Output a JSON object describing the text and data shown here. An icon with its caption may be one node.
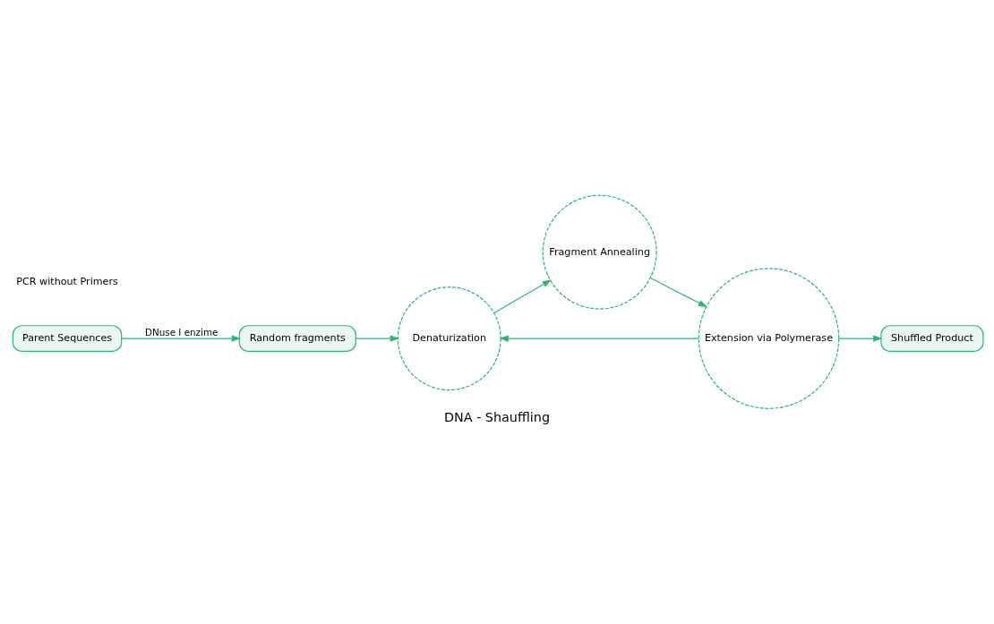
{
  "diagram": {
    "caption": "DNA - Shauffling",
    "nodes": [
      {
        "text": [
          "Parent Sequences"
        ]
      },
      {
        "text": [
          "Random fragments"
        ]
      },
      {
        "text": [
          "Denaturization"
        ]
      },
      {
        "text": [
          "Fragment Annealing"
        ]
      },
      {
        "text": [
          "Extension via Polymerase"
        ]
      },
      {
        "text": [
          "Shuffled Product"
        ]
      }
    ],
    "edges": [
      {
        "from": 0,
        "to": 1,
        "arrow": "to",
        "label": "DNuse I enzime"
      },
      {
        "from": 1,
        "to": 2,
        "arrow": "to"
      },
      {
        "from": 2,
        "to": 3,
        "arrow": "to"
      },
      {
        "from": 3,
        "to": 4,
        "arrow": "to"
      },
      {
        "from": 4,
        "to": 2,
        "arrow": "to"
      },
      {
        "from": 4,
        "to": 5,
        "arrow": "to"
      }
    ],
    "labels": [
      "PCR without Primers"
    ]
  }
}
